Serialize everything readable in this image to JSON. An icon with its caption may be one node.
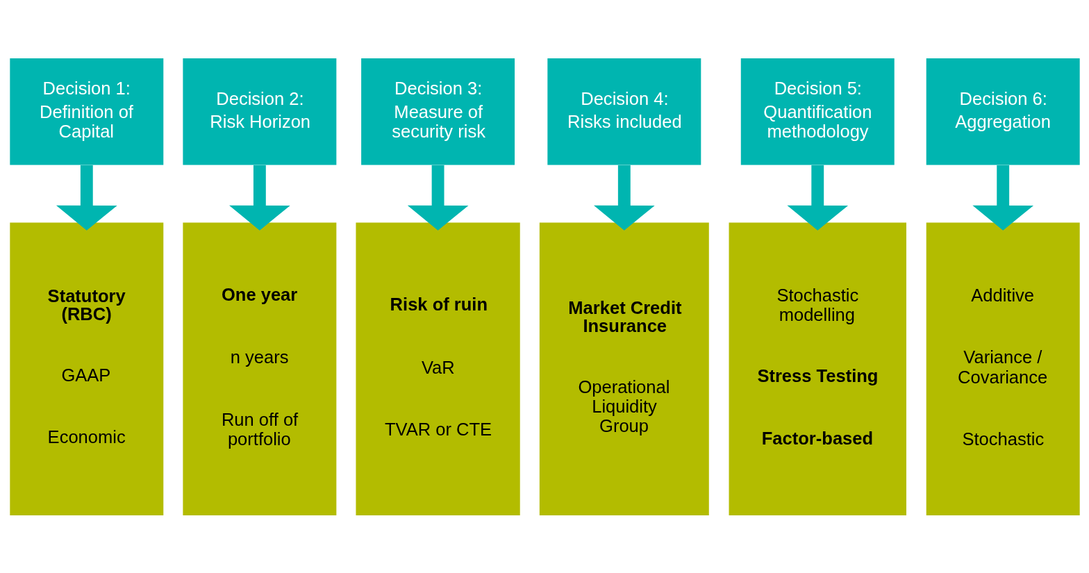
{
  "diagram": {
    "nodes": [
      {
        "text": [
          "Decision 1:",
          "Definition of Capital"
        ]
      },
      {
        "text": [
          "Decision 2:",
          "Risk Horizon"
        ]
      },
      {
        "text": [
          "Decision 3:",
          "Measure of security risk"
        ]
      },
      {
        "text": [
          "Decision 4:",
          "Risks included"
        ]
      },
      {
        "text": [
          "Decision 5:",
          "Quantification methodology"
        ]
      },
      {
        "text": [
          "Decision 6:",
          "Aggregation"
        ]
      },
      {
        "text": [
          "Statutory (RBC)",
          "GAAP",
          "Economic"
        ]
      },
      {
        "text": [
          "One year",
          "n years",
          "Run off of portfolio"
        ]
      },
      {
        "text": [
          "Risk of ruin",
          "VaR",
          "TVAR or CTE"
        ]
      },
      {
        "text": [
          "Market Credit Insurance",
          "Operational Liquidity Group"
        ]
      },
      {
        "text": [
          "Stochastic modelling",
          "Stress Testing",
          "Factor-based"
        ]
      },
      {
        "text": [
          "Additive",
          "Variance / Covariance",
          "Stochastic"
        ]
      }
    ],
    "edges": [
      {
        "from": 0,
        "to": 6,
        "arrow": "to"
      },
      {
        "from": 1,
        "to": 7,
        "arrow": "to"
      },
      {
        "from": 2,
        "to": 8,
        "arrow": "to"
      },
      {
        "from": 3,
        "to": 9,
        "arrow": "to"
      },
      {
        "from": 4,
        "to": 10,
        "arrow": "to"
      },
      {
        "from": 5,
        "to": 11,
        "arrow": "to"
      }
    ]
  }
}
